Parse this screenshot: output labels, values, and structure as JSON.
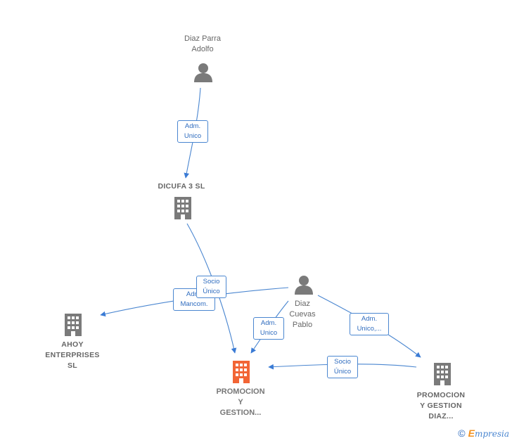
{
  "colors": {
    "edge": "#4a86d0",
    "node": "#7a7a7a",
    "focus": "#f26535"
  },
  "nodes": {
    "diaz_parra": {
      "label": "Diaz Parra\nAdolfo",
      "icon": "person-icon"
    },
    "dicufa": {
      "label": "DICUFA 3 SL",
      "icon": "building-icon"
    },
    "diaz_cuevas": {
      "label": "Diaz\nCuevas\nPablo",
      "icon": "person-icon"
    },
    "ahoy": {
      "label": "AHOY\nENTERPRISES\nSL",
      "icon": "building-icon"
    },
    "promocion_gestion": {
      "label": "PROMOCION\nY\nGESTION...",
      "icon": "building-icon"
    },
    "promocion_diaz": {
      "label": "PROMOCION\nY GESTION\nDIAZ...",
      "icon": "building-icon"
    }
  },
  "edges": {
    "e1": "Adm.\nUnico",
    "e2": "Socio\nÚnico",
    "e3": "Adm.\nMancom.",
    "e4": "Adm.\nUnico",
    "e5": "Adm.\nUnico,...",
    "e6": "Socio\nÚnico"
  },
  "footer": {
    "copyright": "©",
    "brand_initial": "E",
    "brand_rest": "mpresia"
  }
}
